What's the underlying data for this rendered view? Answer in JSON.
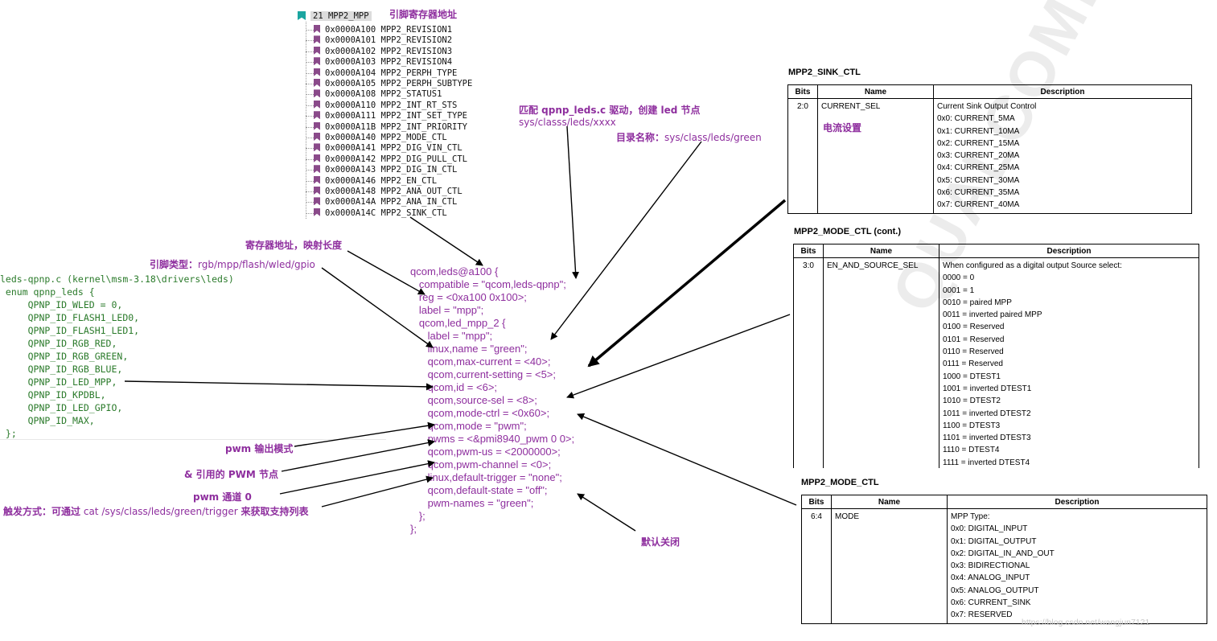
{
  "tree": {
    "root": "21 MPP2_MPP",
    "items": [
      "0x0000A100 MPP2_REVISION1",
      "0x0000A101 MPP2_REVISION2",
      "0x0000A102 MPP2_REVISION3",
      "0x0000A103 MPP2_REVISION4",
      "0x0000A104 MPP2_PERPH_TYPE",
      "0x0000A105 MPP2_PERPH_SUBTYPE",
      "0x0000A108 MPP2_STATUS1",
      "0x0000A110 MPP2_INT_RT_STS",
      "0x0000A111 MPP2_INT_SET_TYPE",
      "0x0000A11B MPP2_INT_PRIORITY",
      "0x0000A140 MPP2_MODE_CTL",
      "0x0000A141 MPP2_DIG_VIN_CTL",
      "0x0000A142 MPP2_DIG_PULL_CTL",
      "0x0000A143 MPP2_DIG_IN_CTL",
      "0x0000A146 MPP2_EN_CTL",
      "0x0000A148 MPP2_ANA_OUT_CTL",
      "0x0000A14A MPP2_ANA_IN_CTL",
      "0x0000A14C MPP2_SINK_CTL"
    ]
  },
  "notes": {
    "pin_reg_addr": "引脚寄存器地址",
    "match_driver": "匹配 qpnp_leds.c 驱动，创建 led 节点",
    "match_driver_path": "sys/classs/leds/xxxx",
    "dir_name_label": "目录名称：",
    "dir_name_value": "sys/class/leds/green",
    "reg_addr_len": "寄存器地址，映射长度",
    "pin_type_label": "引脚类型：",
    "pin_type_value": "rgb/mpp/flash/wled/gpio",
    "pwm_mode": "pwm 输出模式",
    "pwm_ref": "& 引用的 PWM 节点",
    "pwm_channel": "pwm 通道 0",
    "trigger_label": "触发方式：可通过",
    "trigger_value": "cat /sys/class/leds/green/trigger",
    "trigger_tail": "来获取支持列表",
    "default_off": "默认关闭",
    "current_setting": "电流设置"
  },
  "code": {
    "file": "leds-qpnp.c (kernel\\msm-3.18\\drivers\\leds)",
    "lines": [
      " enum qpnp_leds {",
      "     QPNP_ID_WLED = 0,",
      "     QPNP_ID_FLASH1_LED0,",
      "     QPNP_ID_FLASH1_LED1,",
      "     QPNP_ID_RGB_RED,",
      "     QPNP_ID_RGB_GREEN,",
      "     QPNP_ID_RGB_BLUE,",
      "     QPNP_ID_LED_MPP,",
      "     QPNP_ID_KPDBL,",
      "     QPNP_ID_LED_GPIO,",
      "     QPNP_ID_MAX,",
      " };"
    ]
  },
  "dts": [
    "qcom,leds@a100 {",
    "   compatible = \"qcom,leds-qpnp\";",
    "   reg = <0xa100 0x100>;",
    "   label = \"mpp\";",
    "   qcom,led_mpp_2 {",
    "      label = \"mpp\";",
    "      linux,name = \"green\";",
    "      qcom,max-current = <40>;",
    "      qcom,current-setting = <5>;",
    "      qcom,id = <6>;",
    "      qcom,source-sel = <8>;",
    "      qcom,mode-ctrl = <0x60>;",
    "      qcom,mode = \"pwm\";",
    "      pwms = <&pmi8940_pwm 0 0>;",
    "      qcom,pwm-us = <2000000>;",
    "      qcom,pwm-channel = <0>;",
    "      linux,default-trigger = \"none\";",
    "      qcom,default-state = \"off\";",
    "      pwm-names = \"green\";",
    "   };",
    "};"
  ],
  "tables": {
    "sink": {
      "title": "MPP2_SINK_CTL",
      "headers": [
        "Bits",
        "Name",
        "Description"
      ],
      "bits": "2:0",
      "name": "CURRENT_SEL",
      "desc": [
        "Current Sink Output Control",
        "0x0: CURRENT_5MA",
        "0x1: CURRENT_10MA",
        "0x2: CURRENT_15MA",
        "0x3: CURRENT_20MA",
        "0x4: CURRENT_25MA",
        "0x5: CURRENT_30MA",
        "0x6: CURRENT_35MA",
        "0x7: CURRENT_40MA"
      ]
    },
    "mode_cont": {
      "title": "MPP2_MODE_CTL (cont.)",
      "headers": [
        "Bits",
        "Name",
        "Description"
      ],
      "bits": "3:0",
      "name": "EN_AND_SOURCE_SEL",
      "desc": [
        "When configured as a digital output Source select:",
        "0000 = 0",
        "0001 = 1",
        "0010 = paired MPP",
        "0011 = inverted paired MPP",
        "0100 = Reserved",
        "0101 = Reserved",
        "0110 = Reserved",
        "0111 = Reserved",
        "1000 = DTEST1",
        "1001 = inverted DTEST1",
        "1010 = DTEST2",
        "1011 = inverted DTEST2",
        "1100 = DTEST3",
        "1101 = inverted DTEST3",
        "1110 = DTEST4",
        "1111 = inverted DTEST4"
      ]
    },
    "mode": {
      "title": "MPP2_MODE_CTL",
      "headers": [
        "Bits",
        "Name",
        "Description"
      ],
      "bits": "6:4",
      "name": "MODE",
      "desc": [
        "MPP Type:",
        "0x0: DIGITAL_INPUT",
        "0x1: DIGITAL_OUTPUT",
        "0x2: DIGITAL_IN_AND_OUT",
        "0x3: BIDIRECTIONAL",
        "0x4: ANALOG_INPUT",
        "0x5: ANALOG_OUTPUT",
        "0x6: CURRENT_SINK",
        "0x7: RESERVED"
      ]
    }
  },
  "watermark": "QUALCOMM",
  "url": "https://blog.csdn.net/wangjun7121",
  "colors": {
    "annotation": "#8e2e9e",
    "code": "#2a7a2a",
    "arrow": "#000000"
  }
}
